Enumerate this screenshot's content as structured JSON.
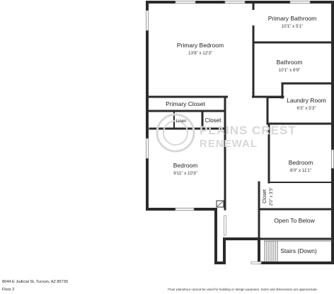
{
  "property": {
    "address": "8044 E Judicial St, Tucson, AZ 85730",
    "floor": "Floor 2"
  },
  "disclaimer": "Floor plans/tour cannot be used for building or design purposes. Sizes and dimensions are approximate.",
  "watermark": {
    "line1": "PLAINS CREST",
    "line2": "RENEWAL"
  },
  "rooms": {
    "primary_bedroom": {
      "name": "Primary Bedroom",
      "dims": "13'8\" x 12'3\""
    },
    "primary_bathroom": {
      "name": "Primary Bathroom",
      "dims": "10'1\" x 5'1\""
    },
    "bathroom": {
      "name": "Bathroom",
      "dims": "10'1\" x 6'9\""
    },
    "primary_closet": {
      "name": "Primary Closet"
    },
    "laundry_room": {
      "name": "Laundry Room",
      "dims": "6'3\" x 5'3\""
    },
    "linen": {
      "name": "Linen"
    },
    "closet_small": {
      "name": "Closet"
    },
    "bedroom_left": {
      "name": "Bedroom",
      "dims": "9'11\" x 10'3\""
    },
    "bedroom_right": {
      "name": "Bedroom",
      "dims": "8'0\" x 11'1\""
    },
    "closet_vertical": {
      "name": "Closet",
      "dims": "2'0\" x 3'3\""
    },
    "open_to_below": {
      "name": "Open To Below"
    },
    "stairs": {
      "name": "Stairs (Down)"
    }
  },
  "colors": {
    "wall": "#2b2b2b",
    "window": "#ffffff",
    "window_line": "#9a9a9a",
    "watermark": "#d8d8d8"
  }
}
